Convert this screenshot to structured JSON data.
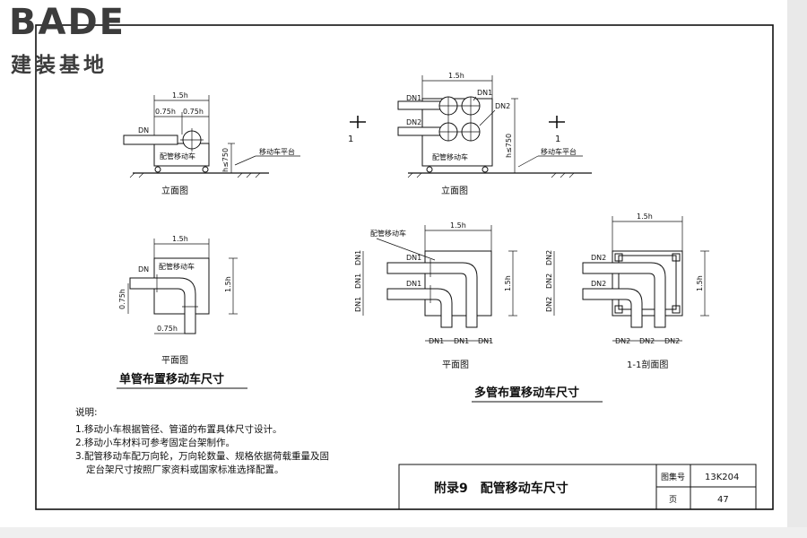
{
  "logo": {
    "brand": "BADE",
    "subtitle": "建装基地"
  },
  "labels": {
    "dim_15h": "1.5h",
    "dim_075h": "0.75h",
    "dim_h750": "h≤750",
    "dn": "DN",
    "dn1": "DN1",
    "dn2": "DN2",
    "cart": "配管移动车",
    "platform": "移动车平台",
    "section_mark": "1",
    "elevation": "立面图",
    "plan": "平面图",
    "section": "1-1剖面图"
  },
  "captions": {
    "single": "单管布置移动车尺寸",
    "multi": "多管布置移动车尺寸"
  },
  "notes": {
    "heading": "说明:",
    "items": [
      "1.移动小车根据管径、管道的布置具体尺寸设计。",
      "2.移动小车材料可参考固定台架制作。",
      "3.配管移动车配万向轮，万向轮数量、规格依据荷载重量及固",
      "定台架尺寸按照厂家资料或国家标准选择配置。"
    ]
  },
  "title_block": {
    "title": "附录9　配管移动车尺寸",
    "atlas_label": "图集号",
    "atlas_value": "13K204",
    "page_label": "页",
    "page_value": "47"
  }
}
